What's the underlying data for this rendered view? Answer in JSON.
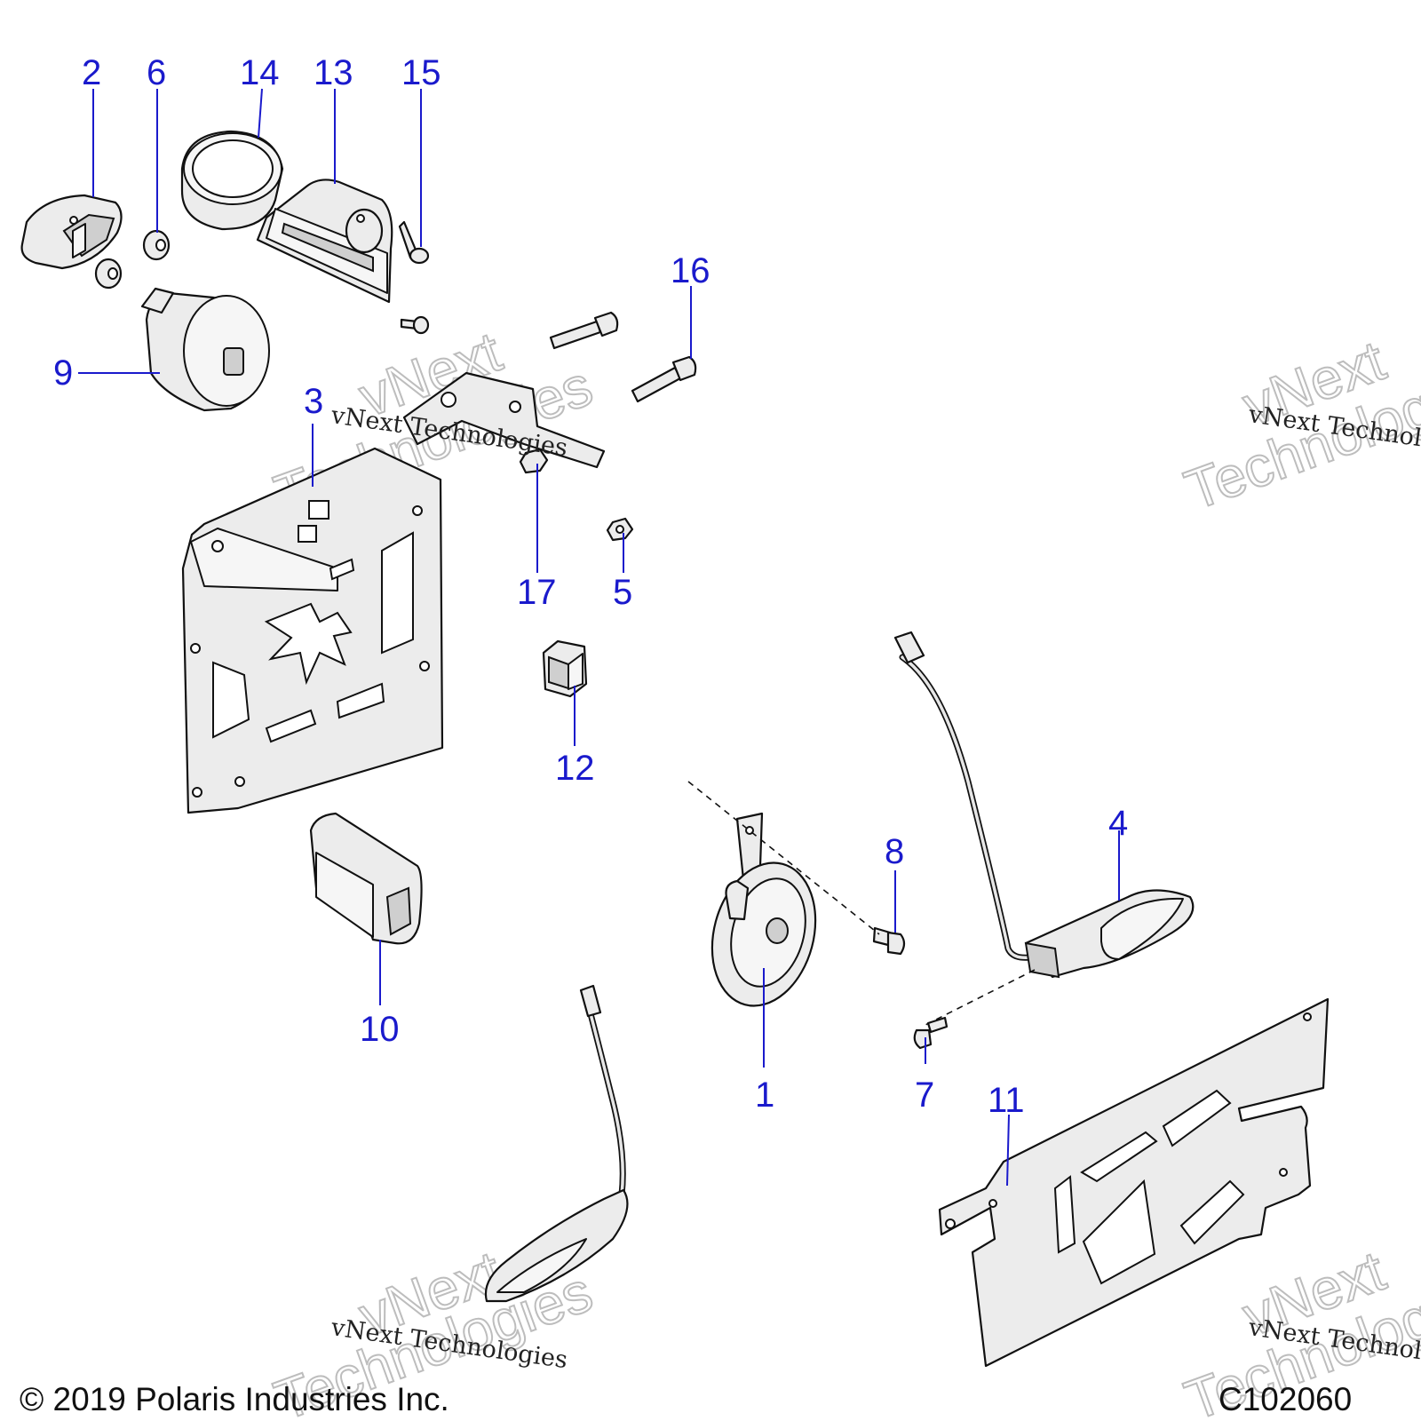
{
  "callouts": {
    "c1": "1",
    "c2": "2",
    "c3": "3",
    "c4": "4",
    "c5": "5",
    "c6": "6",
    "c7": "7",
    "c8": "8",
    "c9": "9",
    "c10": "10",
    "c11": "11",
    "c12": "12",
    "c13": "13",
    "c14": "14",
    "c15": "15",
    "c16": "16",
    "c17": "17"
  },
  "watermark": {
    "line": "vNext Technologies",
    "big1": "vNext",
    "big2": "Technologies"
  },
  "footer": {
    "copyright": "© 2019 Polaris Industries Inc.",
    "code": "C102060"
  },
  "colors": {
    "callout": "#1a1acc",
    "line_art": "#111111"
  }
}
